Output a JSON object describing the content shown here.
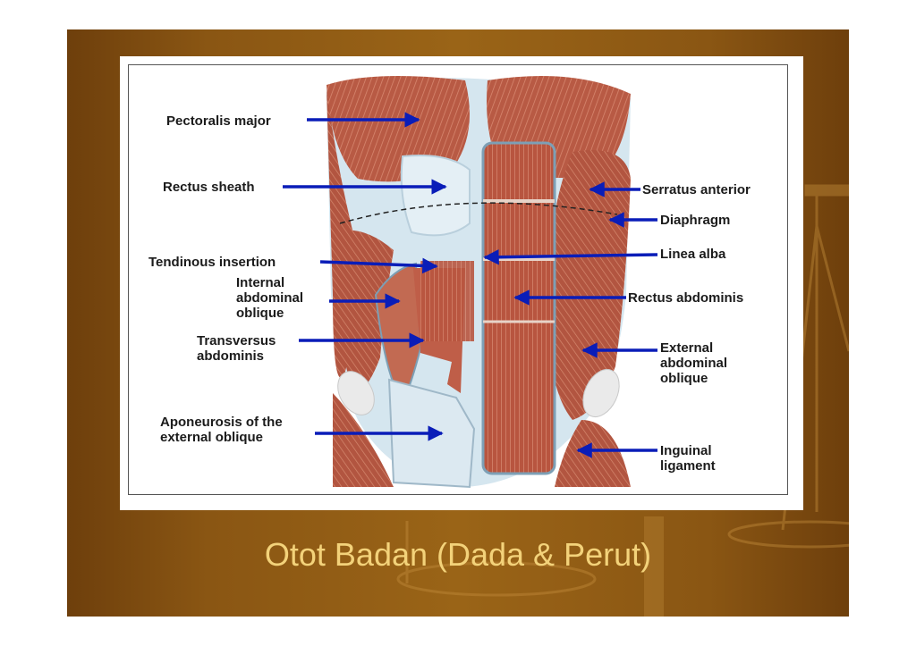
{
  "slide": {
    "title": "Otot Badan (Dada & Perut)",
    "colors": {
      "background": "#8a5613",
      "title": "#f3d27a",
      "muscle": "#b85a44",
      "fascia": "#cfe2ec",
      "arrow": "#0a1db8"
    }
  },
  "figure": {
    "labels": {
      "pectoralis_major": "Pectoralis major",
      "rectus_sheath": "Rectus sheath",
      "serratus_anterior": "Serratus anterior",
      "diaphragm": "Diaphragm",
      "tendinous_insertion": "Tendinous insertion",
      "linea_alba": "Linea alba",
      "internal_abdominal_oblique": "Internal\nabdominal\noblique",
      "rectus_abdominis": "Rectus abdominis",
      "transversus_abdominis": "Transversus\nabdominis",
      "external_abdominal_oblique": "External\nabdominal\noblique",
      "aponeurosis_external_oblique": "Aponeurosis of the\nexternal oblique",
      "inguinal_ligament": "Inguinal\nligament"
    }
  }
}
